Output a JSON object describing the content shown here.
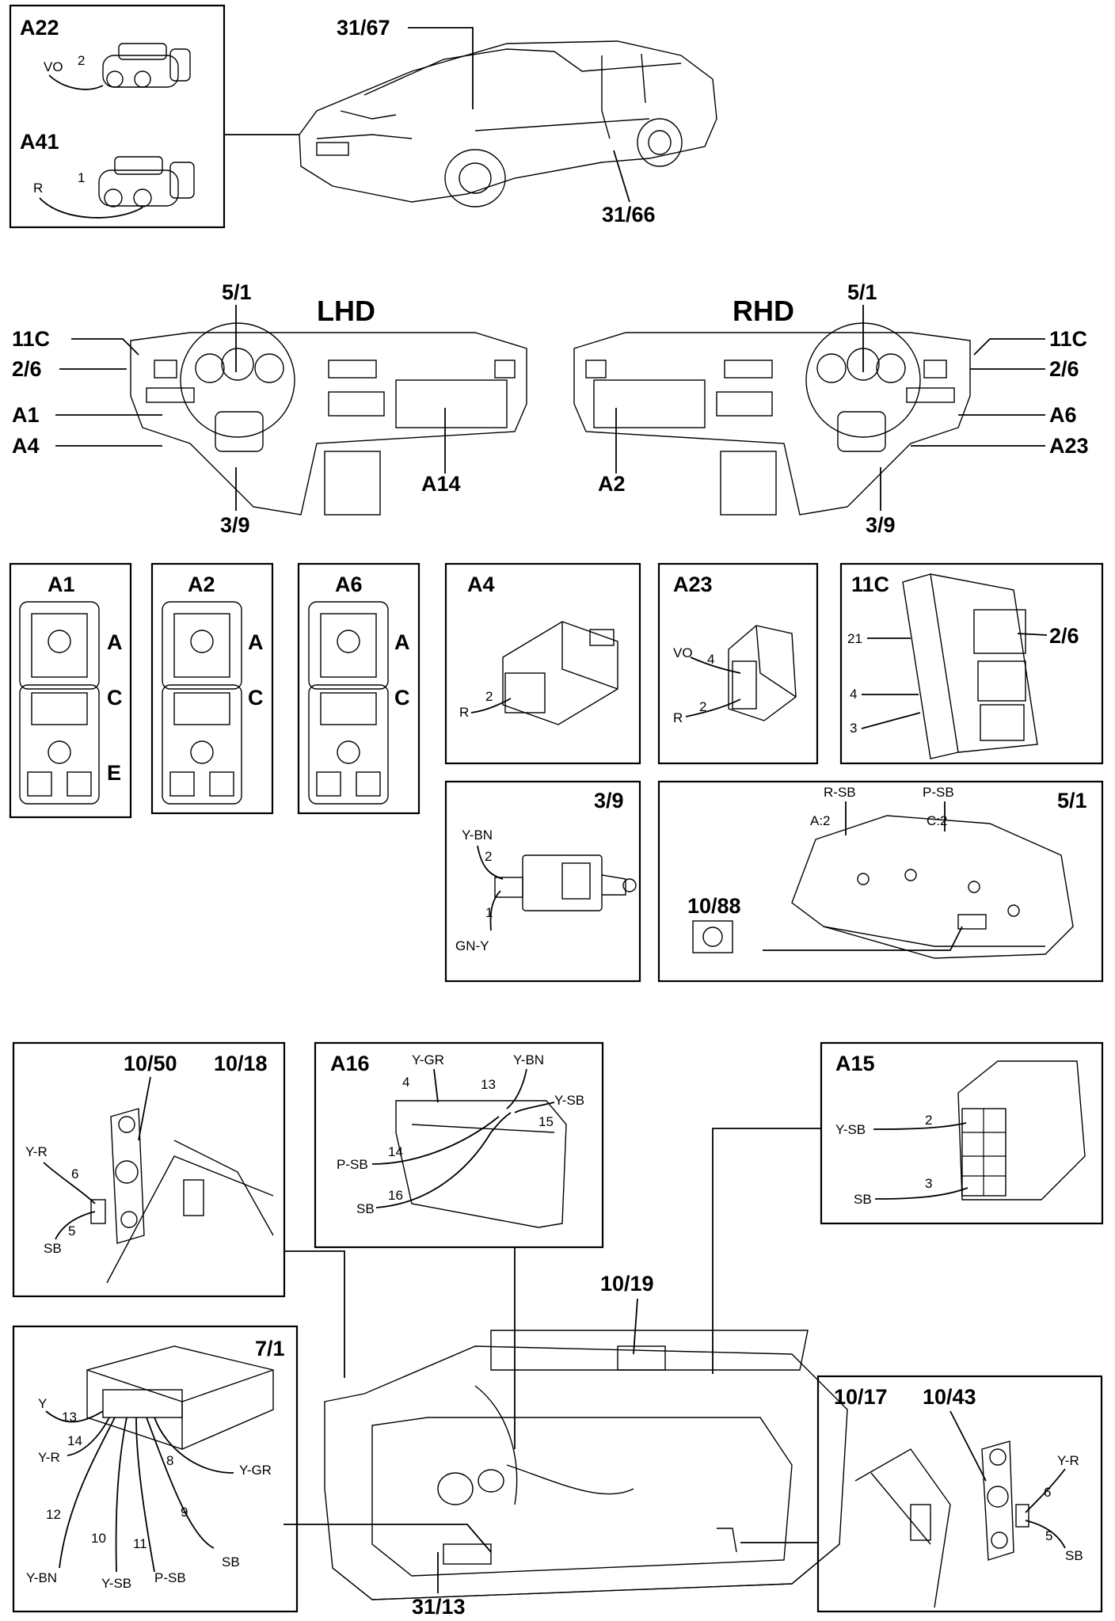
{
  "car": {
    "l3167": "31/67",
    "l3166": "31/66"
  },
  "a22": {
    "title": "A22",
    "wire": "VO",
    "pin": "2"
  },
  "a41": {
    "title": "A41",
    "wire": "R",
    "pin": "1"
  },
  "dash": {
    "lhd": "LHD",
    "rhd": "RHD",
    "left": {
      "c51": "5/1",
      "c11c": "11C",
      "c26": "2/6",
      "a1": "A1",
      "a4": "A4",
      "c39": "3/9",
      "a14": "A14"
    },
    "right": {
      "c51": "5/1",
      "c11c": "11C",
      "c26": "2/6",
      "a6": "A6",
      "a23": "A23",
      "c39": "3/9",
      "a2": "A2"
    }
  },
  "conn": {
    "a1": {
      "title": "A1",
      "a": "A",
      "c": "C",
      "e": "E"
    },
    "a2": {
      "title": "A2",
      "a": "A",
      "c": "C"
    },
    "a6": {
      "title": "A6",
      "a": "A",
      "c": "C"
    },
    "a4": {
      "title": "A4",
      "pin": "2",
      "wire": "R"
    },
    "a23": {
      "title": "A23",
      "vo": "VO",
      "p4": "4",
      "p2": "2",
      "r": "R"
    },
    "c11c": {
      "title": "11C",
      "c26": "2/6",
      "p21": "21",
      "p4": "4",
      "p3": "3"
    },
    "c39": {
      "title": "3/9",
      "ybn": "Y-BN",
      "p2": "2",
      "p1": "1",
      "gny": "GN-Y"
    },
    "c51": {
      "title": "5/1",
      "rsb": "R-SB",
      "psb": "P-SB",
      "a2": "A:2",
      "c2": "C:2",
      "c1088": "10/88"
    }
  },
  "trunk": {
    "c1050": {
      "t1": "10/50",
      "t2": "10/18",
      "yr": "Y-R",
      "p6": "6",
      "p5": "5",
      "sb": "SB"
    },
    "a16": {
      "title": "A16",
      "ygr": "Y-GR",
      "ybn": "Y-BN",
      "ysb": "Y-SB",
      "p4": "4",
      "p13": "13",
      "p15": "15",
      "p14": "14",
      "psb": "P-SB",
      "p16": "16",
      "sb": "SB"
    },
    "a15": {
      "title": "A15",
      "ysb": "Y-SB",
      "p2": "2",
      "sb": "SB",
      "p3": "3"
    },
    "c1019": "10/19",
    "c71": {
      "title": "7/1",
      "y": "Y",
      "p13": "13",
      "p14": "14",
      "yr": "Y-R",
      "p8": "8",
      "ygr": "Y-GR",
      "p12": "12",
      "p9": "9",
      "ybn": "Y-BN",
      "p10": "10",
      "p11": "11",
      "ysb": "Y-SB",
      "psb": "P-SB",
      "sb": "SB"
    },
    "c1017": {
      "t1": "10/17",
      "t2": "10/43",
      "yr": "Y-R",
      "p6": "6",
      "p5": "5",
      "sb": "SB"
    },
    "c3113": "31/13"
  }
}
